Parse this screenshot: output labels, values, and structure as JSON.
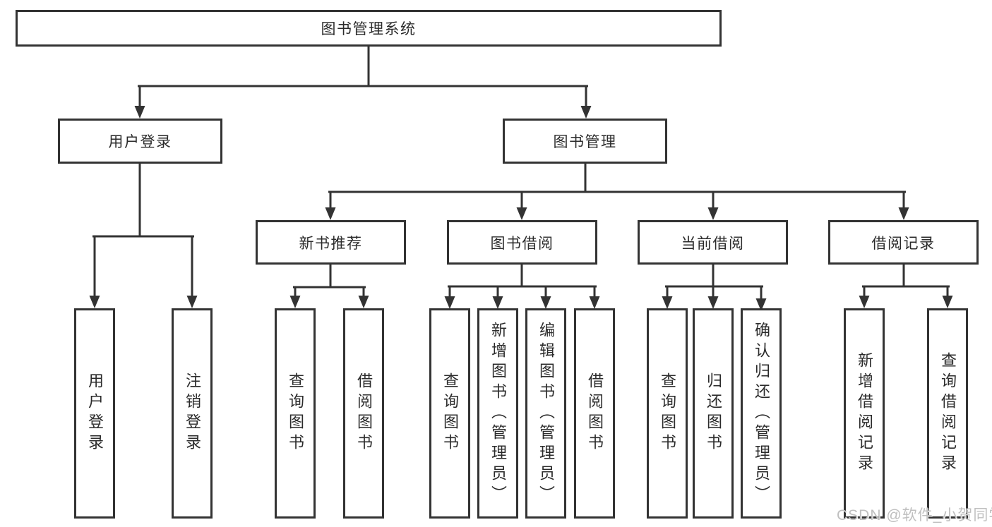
{
  "diagram": {
    "root": {
      "label": "图书管理系统"
    },
    "level2": [
      {
        "id": "user-login",
        "label": "用户登录"
      },
      {
        "id": "book-management",
        "label": "图书管理"
      }
    ],
    "level3": [
      {
        "id": "new-book-recommend",
        "label": "新书推荐"
      },
      {
        "id": "book-borrowing",
        "label": "图书借阅"
      },
      {
        "id": "current-borrowing",
        "label": "当前借阅"
      },
      {
        "id": "borrowing-records",
        "label": "借阅记录"
      }
    ],
    "leaves": {
      "user_login_children": [
        {
          "label": "用户登录"
        },
        {
          "label": "注销登录"
        }
      ],
      "new_book_children": [
        {
          "label": "查询图书"
        },
        {
          "label": "借阅图书"
        }
      ],
      "book_borrowing_children": [
        {
          "label": "查询图书"
        },
        {
          "label": "新增图书（管理员）"
        },
        {
          "label": "编辑图书（管理员）"
        },
        {
          "label": "借阅图书"
        }
      ],
      "current_borrowing_children": [
        {
          "label": "查询图书"
        },
        {
          "label": "归还图书"
        },
        {
          "label": "确认归还（管理员）"
        }
      ],
      "borrowing_records_children": [
        {
          "label": "新增借阅记录"
        },
        {
          "label": "查询借阅记录"
        }
      ]
    }
  },
  "watermark": {
    "text": "CSDN @软件_小贺同学"
  },
  "colors": {
    "line": "#333333",
    "box_border": "#333333",
    "text": "#2b2b2b",
    "watermark": "#bfbfbf",
    "background": "#ffffff"
  }
}
